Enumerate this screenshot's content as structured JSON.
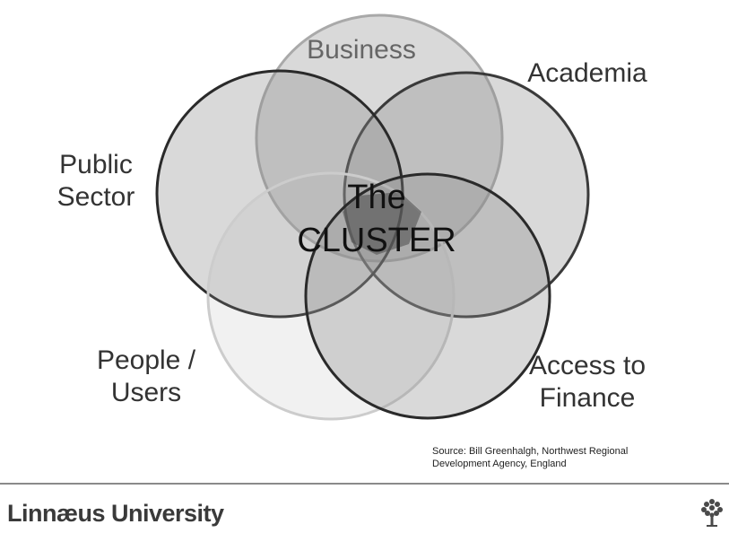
{
  "diagram": {
    "circles": [
      {
        "name": "Business",
        "lines": [
          "Business"
        ]
      },
      {
        "name": "Academia",
        "lines": [
          "Academia"
        ]
      },
      {
        "name": "Public Sector",
        "lines": [
          "Public",
          "Sector"
        ]
      },
      {
        "name": "People / Users",
        "lines": [
          "People /",
          "Users"
        ]
      },
      {
        "name": "Access to Finance",
        "lines": [
          "Access to",
          "Finance"
        ]
      }
    ],
    "center": {
      "lines": [
        "The",
        "CLUSTER"
      ]
    }
  },
  "source": {
    "line1": "Source: Bill Greenhalgh, Northwest Regional",
    "line2": "Development Agency, England"
  },
  "footer": {
    "university": "Linnæus University",
    "logo_icon": "tree-icon"
  },
  "colors": {
    "circle_fill": "#8c8c8c",
    "circle_stroke_dark": "#2a2a2a",
    "circle_stroke_light": "#b0b0b0",
    "text": "#333333"
  }
}
